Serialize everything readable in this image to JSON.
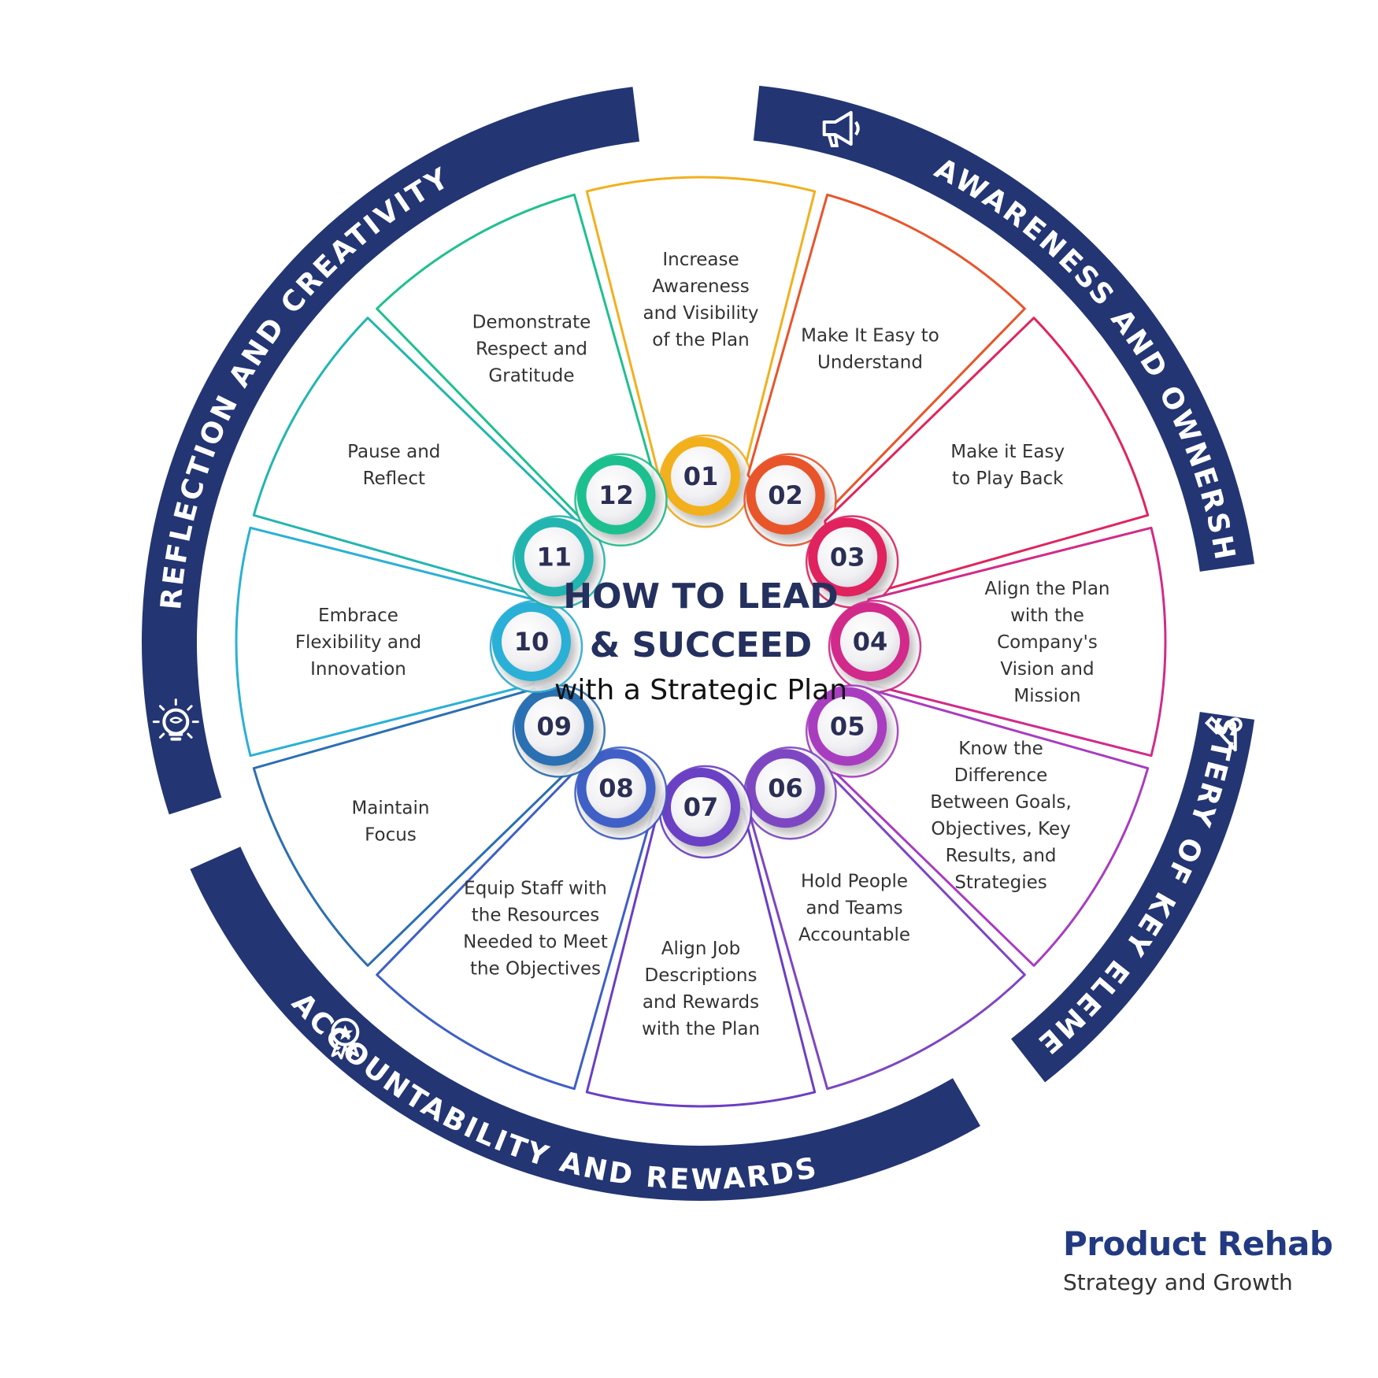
{
  "center": {
    "line1": "HOW TO LEAD",
    "line2": "& SUCCEED",
    "line3": "with a Strategic Plan"
  },
  "ring_sections": [
    {
      "label": "AWARENESS AND OWNERSHIP",
      "icon": "megaphone-icon"
    },
    {
      "label": "MASTERY OF KEY ELEMENTS",
      "icon": "tools-icon"
    },
    {
      "label": "ACCOUNTABILITY AND REWARDS",
      "icon": "award-ribbon-icon"
    },
    {
      "label": "REFLECTION AND CREATIVITY",
      "icon": "lightbulb-brain-icon"
    }
  ],
  "steps": [
    {
      "number": "01",
      "text": [
        "Increase",
        "Awareness",
        "and Visibility",
        "of the Plan"
      ],
      "color": "#f2b01e"
    },
    {
      "number": "02",
      "text": [
        "Make It Easy to",
        "Understand"
      ],
      "color": "#e8552b"
    },
    {
      "number": "03",
      "text": [
        "Make it Easy",
        "to Play Back"
      ],
      "color": "#e0245e"
    },
    {
      "number": "04",
      "text": [
        "Align the Plan",
        "with the",
        "Company's",
        "Vision and",
        "Mission"
      ],
      "color": "#d12b8a"
    },
    {
      "number": "05",
      "text": [
        "Know the",
        "Difference",
        "Between Goals,",
        "Objectives, Key",
        "Results, and",
        "Strategies"
      ],
      "color": "#a83cc0"
    },
    {
      "number": "06",
      "text": [
        "Hold People",
        "and Teams",
        "Accountable"
      ],
      "color": "#7e46c2"
    },
    {
      "number": "07",
      "text": [
        "Align Job",
        "Descriptions",
        "and Rewards",
        "with the Plan"
      ],
      "color": "#6a3fc4"
    },
    {
      "number": "08",
      "text": [
        "Equip Staff with",
        "the Resources",
        "Needed to Meet",
        "the Objectives"
      ],
      "color": "#3f5fc7"
    },
    {
      "number": "09",
      "text": [
        "Maintain",
        "Focus"
      ],
      "color": "#2c6fb2"
    },
    {
      "number": "10",
      "text": [
        "Embrace",
        "Flexibility and",
        "Innovation"
      ],
      "color": "#2bb0d6"
    },
    {
      "number": "11",
      "text": [
        "Pause and",
        "Reflect"
      ],
      "color": "#23b5b0"
    },
    {
      "number": "12",
      "text": [
        "Demonstrate",
        "Respect and",
        "Gratitude"
      ],
      "color": "#1fc08f"
    }
  ],
  "colors": {
    "ring": "#233573",
    "title": "#24305e"
  },
  "brand": {
    "name": "Product Rehab",
    "tagline": "Strategy and Growth"
  }
}
